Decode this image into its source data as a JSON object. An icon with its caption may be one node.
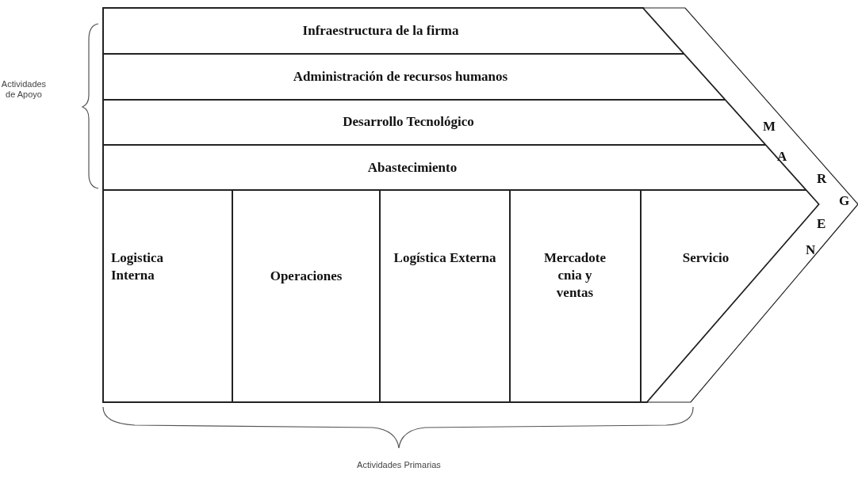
{
  "diagram": {
    "nodes": [
      {
        "text": [
          "Infraestructura de la firma"
        ]
      },
      {
        "text": [
          "Administración de recursos humanos"
        ]
      },
      {
        "text": [
          "Desarrollo Tecnológico"
        ]
      },
      {
        "text": [
          "Abastecimiento"
        ]
      },
      {
        "text": [
          "Logistica Interna"
        ]
      },
      {
        "text": [
          "Operaciones"
        ]
      },
      {
        "text": [
          "Logística Externa"
        ]
      },
      {
        "text": [
          "Mercadote cnia y ventas"
        ]
      },
      {
        "text": [
          "Servicio"
        ]
      },
      {
        "text": [
          "MARGEN"
        ]
      }
    ],
    "labels": [
      "Actividades de Apoyo",
      "Actividades Primarias"
    ]
  }
}
